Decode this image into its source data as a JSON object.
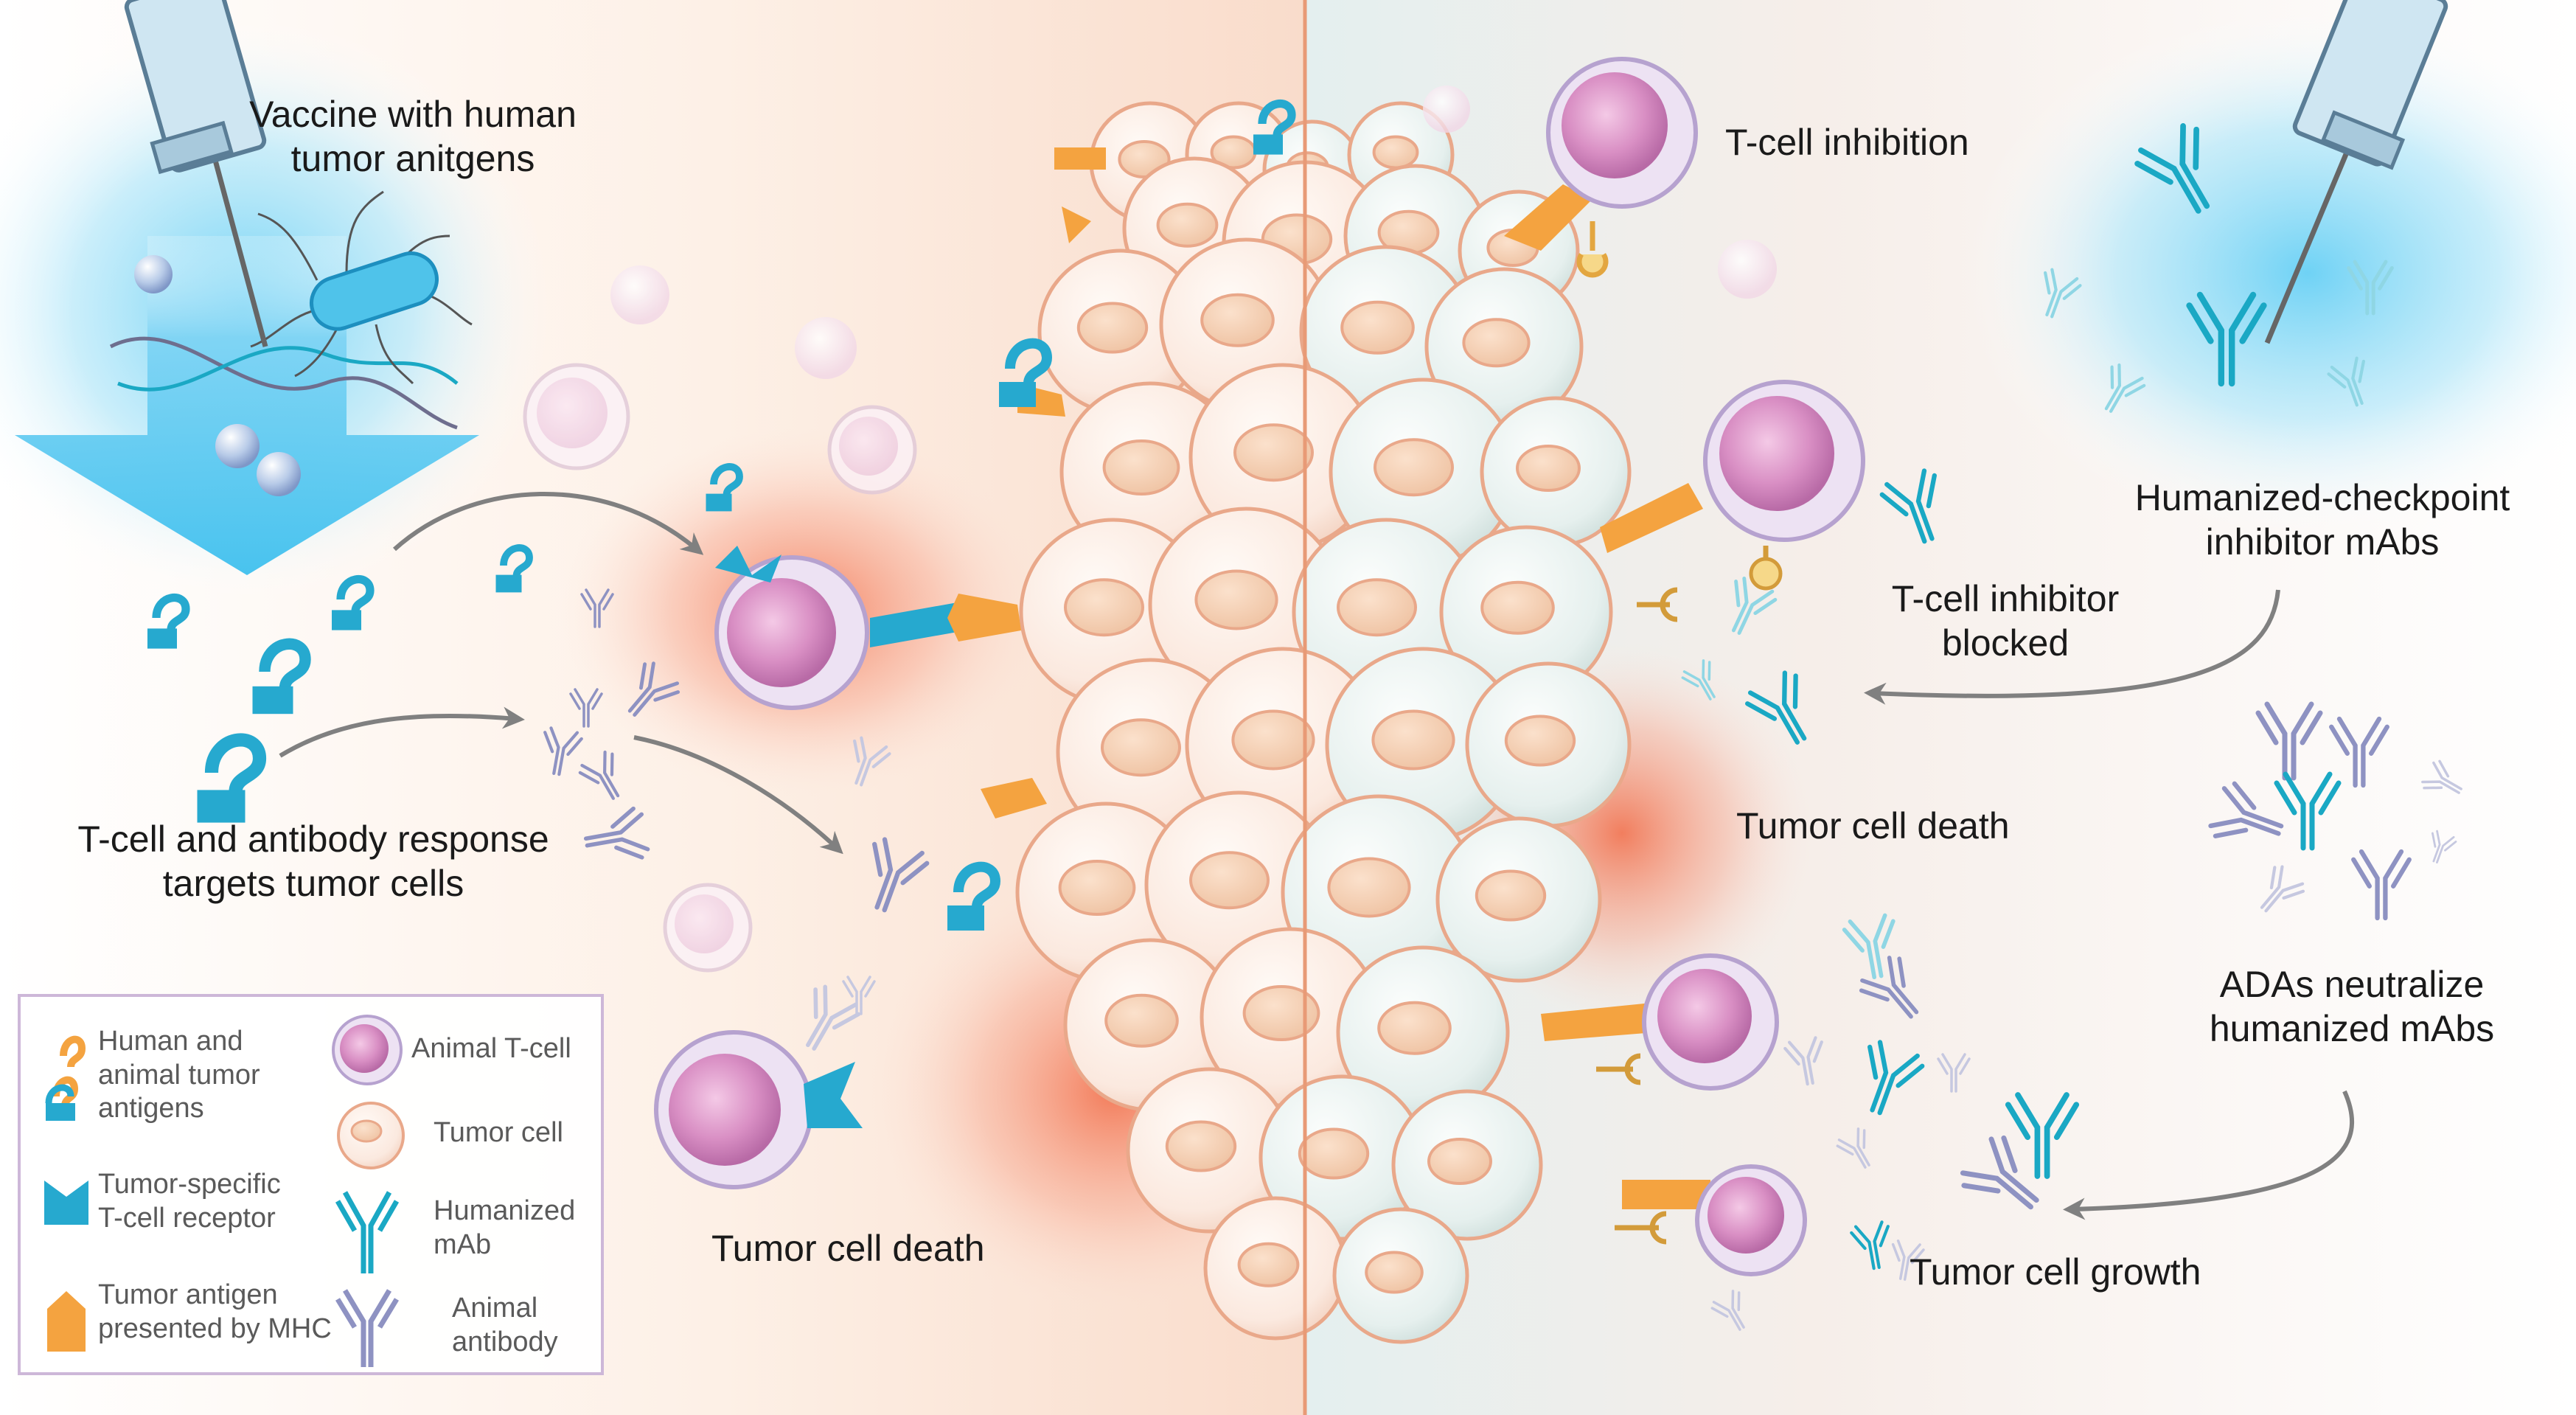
{
  "labels": {
    "vaccine": [
      "Vaccine with human",
      "tumor anitgens"
    ],
    "tcell_inhibition": [
      "T-cell inhibition"
    ],
    "checkpoint_mabs": [
      "Humanized-checkpoint",
      "inhibitor mAbs"
    ],
    "inhibitor_blocked": [
      "T-cell inhibitor",
      "blocked"
    ],
    "tcell_response": [
      "T-cell and antibody response",
      "targets tumor cells"
    ],
    "death_right": [
      "Tumor cell death"
    ],
    "ada": [
      "ADAs neutralize",
      "humanized mAbs"
    ],
    "death_left": [
      "Tumor cell death"
    ],
    "growth": [
      "Tumor cell growth"
    ]
  },
  "legend": {
    "items": [
      {
        "icon": "tumor-antigen-icon",
        "lines": [
          "Human and",
          "animal tumor",
          "antigens"
        ]
      },
      {
        "icon": "animal-tcell-icon",
        "lines": [
          "Animal T-cell"
        ]
      },
      {
        "icon": "tumor-cell-icon",
        "lines": [
          "Tumor cell"
        ]
      },
      {
        "icon": "tcell-receptor-icon",
        "lines": [
          "Tumor-specific",
          "T-cell receptor"
        ]
      },
      {
        "icon": "humanized-mab-icon",
        "lines": [
          "Humanized",
          "mAb"
        ]
      },
      {
        "icon": "mhc-antigen-icon",
        "lines": [
          "Tumor antigen",
          "presented by MHC"
        ]
      },
      {
        "icon": "animal-antibody-icon",
        "lines": [
          "Animal",
          "antibody"
        ]
      }
    ]
  },
  "colors": {
    "tcell": "#d98fc4",
    "tumor_cell": "#fbe9df",
    "receptor": "#26a9cf",
    "mhc": "#f4a340",
    "mab": "#1aa8c4",
    "animal_ab": "#8e92c2",
    "divider": "#e89a76",
    "arrow": "#808080"
  }
}
